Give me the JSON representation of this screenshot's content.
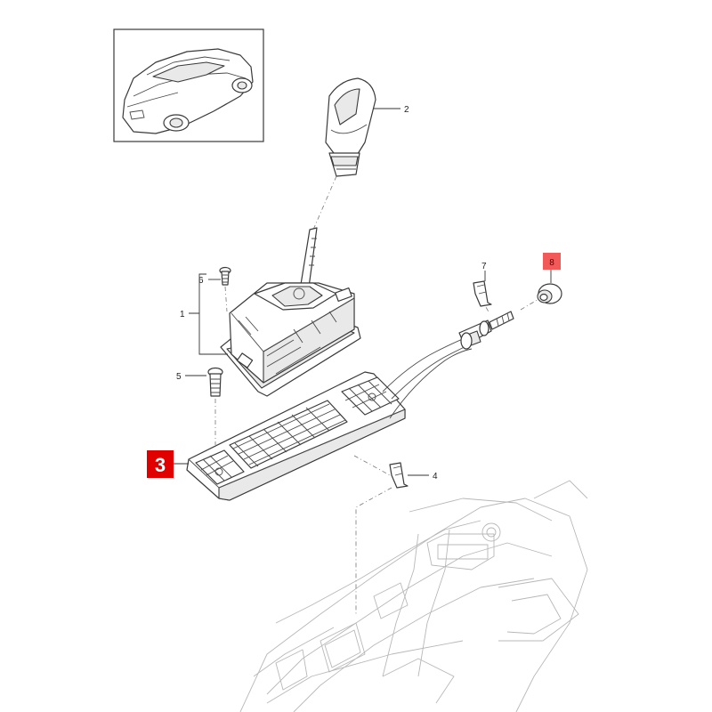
{
  "labels": {
    "p1": "1",
    "p2": "2",
    "p4": "4",
    "p5": "5",
    "p6": "6",
    "p7": "7"
  },
  "badges": {
    "big": {
      "text": "3",
      "color": "#e00000"
    },
    "small": {
      "text": "8",
      "color": "#f25a5a"
    }
  },
  "colors": {
    "line": "#3a3a3a",
    "ghost": "#b8b8b8",
    "background": "#ffffff"
  }
}
